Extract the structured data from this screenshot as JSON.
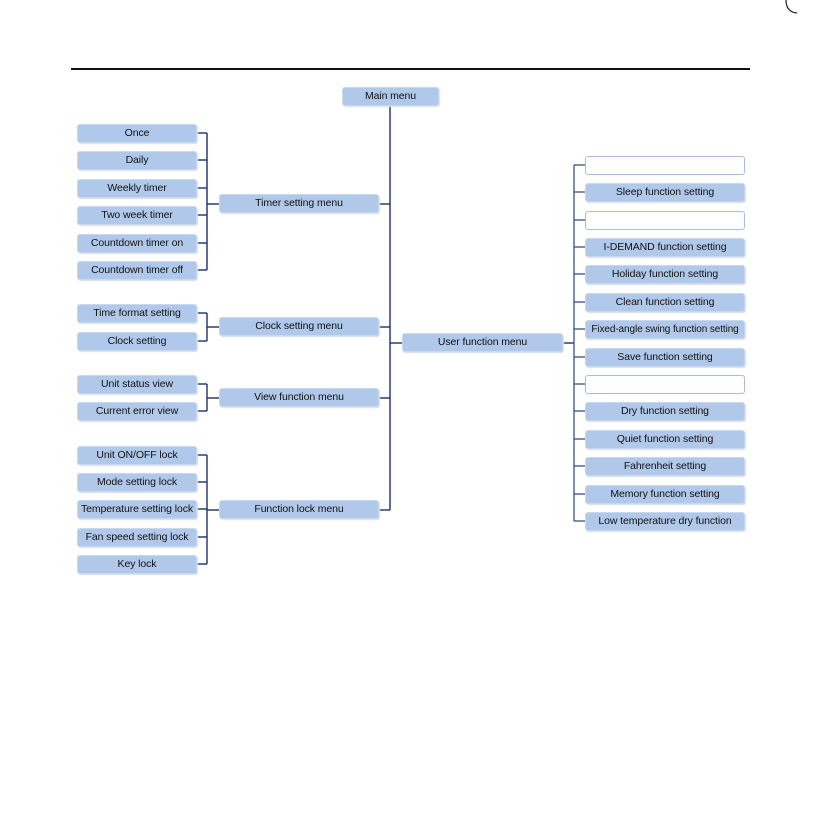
{
  "root": {
    "label": "Main menu"
  },
  "timer_menu": {
    "label": "Timer setting menu",
    "items": [
      "Once",
      "Daily",
      "Weekly timer",
      "Two week timer",
      "Countdown timer on",
      "Countdown timer off"
    ]
  },
  "clock_menu": {
    "label": "Clock setting menu",
    "items": [
      "Time format setting",
      "Clock setting"
    ]
  },
  "view_menu": {
    "label": "View function menu",
    "items": [
      "Unit status view",
      "Current error view"
    ]
  },
  "lock_menu": {
    "label": "Function lock menu",
    "items": [
      "Unit ON/OFF lock",
      "Mode setting lock",
      "Temperature setting lock",
      "Fan speed setting lock",
      "Key lock"
    ]
  },
  "user_menu": {
    "label": "User function menu",
    "items": [
      "",
      "Sleep function setting",
      "",
      "I-DEMAND function setting",
      "Holiday function setting",
      "Clean function setting",
      "Fixed-angle swing function setting",
      "Save function setting",
      "",
      "Dry function setting",
      "Quiet function setting",
      "Fahrenheit setting",
      "Memory function setting",
      "Low temperature dry function"
    ]
  },
  "colors": {
    "box_fill": "#b0c8ea",
    "line": "#1b2f6b",
    "rule": "#111111"
  }
}
